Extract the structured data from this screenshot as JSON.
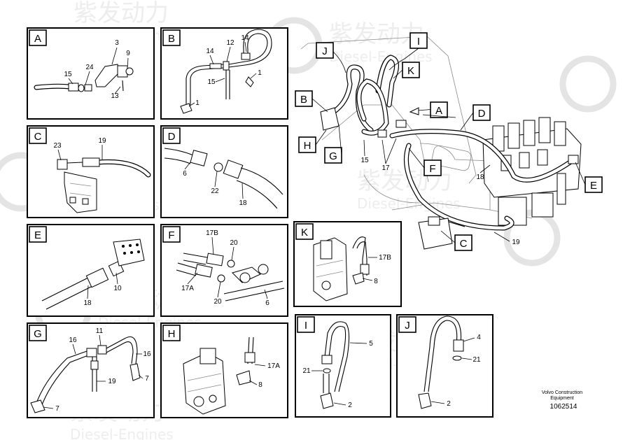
{
  "watermark": {
    "cn": "紫发动力",
    "en": "Diesel-Engines"
  },
  "panels": [
    {
      "letter": "A",
      "parts": [
        "3",
        "9",
        "15",
        "24",
        "13"
      ]
    },
    {
      "letter": "B",
      "parts": [
        "14",
        "12",
        "14",
        "15",
        "1",
        "1"
      ]
    },
    {
      "letter": "C",
      "parts": [
        "23",
        "19"
      ]
    },
    {
      "letter": "D",
      "parts": [
        "6",
        "22",
        "18"
      ]
    },
    {
      "letter": "E",
      "parts": [
        "10",
        "18"
      ]
    },
    {
      "letter": "F",
      "parts": [
        "17B",
        "20",
        "17A",
        "20",
        "6"
      ]
    },
    {
      "letter": "K",
      "parts": [
        "17B",
        "8"
      ]
    },
    {
      "letter": "G",
      "parts": [
        "11",
        "16",
        "16",
        "19",
        "7",
        "7"
      ]
    },
    {
      "letter": "H",
      "parts": [
        "17A",
        "8"
      ]
    },
    {
      "letter": "I",
      "parts": [
        "5",
        "21",
        "2"
      ]
    },
    {
      "letter": "J",
      "parts": [
        "4",
        "21",
        "2"
      ]
    }
  ],
  "overview": {
    "callouts": [
      "J",
      "I",
      "K",
      "B",
      "A",
      "D",
      "H",
      "G",
      "F",
      "E",
      "C"
    ],
    "parts": [
      "15",
      "17",
      "18",
      "19"
    ]
  },
  "footer": {
    "brand_line1": "Volvo Construction",
    "brand_line2": "Equipment",
    "drawing_number": "1062514"
  }
}
